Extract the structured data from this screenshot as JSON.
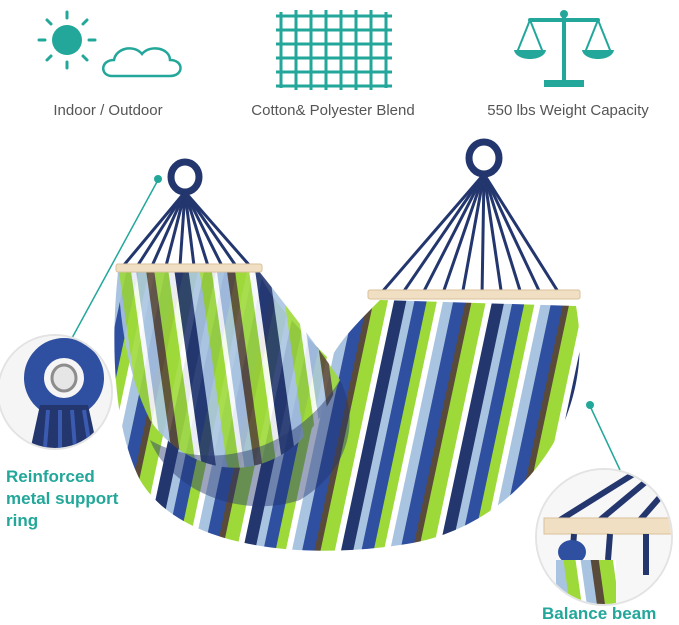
{
  "features": [
    {
      "label": "Indoor / Outdoor",
      "icon": "sun-cloud-icon"
    },
    {
      "label": "Cotton& Polyester Blend",
      "icon": "woven-grid-icon"
    },
    {
      "label": "550 lbs Weight Capacity",
      "icon": "balance-scale-icon"
    }
  ],
  "callouts": {
    "ring": {
      "lines": [
        "Reinforced",
        "metal support",
        "ring"
      ]
    },
    "beam": {
      "label": "Balance beam"
    }
  },
  "colors": {
    "accent": "#22a79a",
    "label_gray": "#555555",
    "navy": "#23366e",
    "royal_blue": "#2f4fa0",
    "lime": "#9ed93a",
    "sky": "#a9c4e0",
    "brown": "#5a4a3a",
    "wood": "#f1dfc4"
  }
}
